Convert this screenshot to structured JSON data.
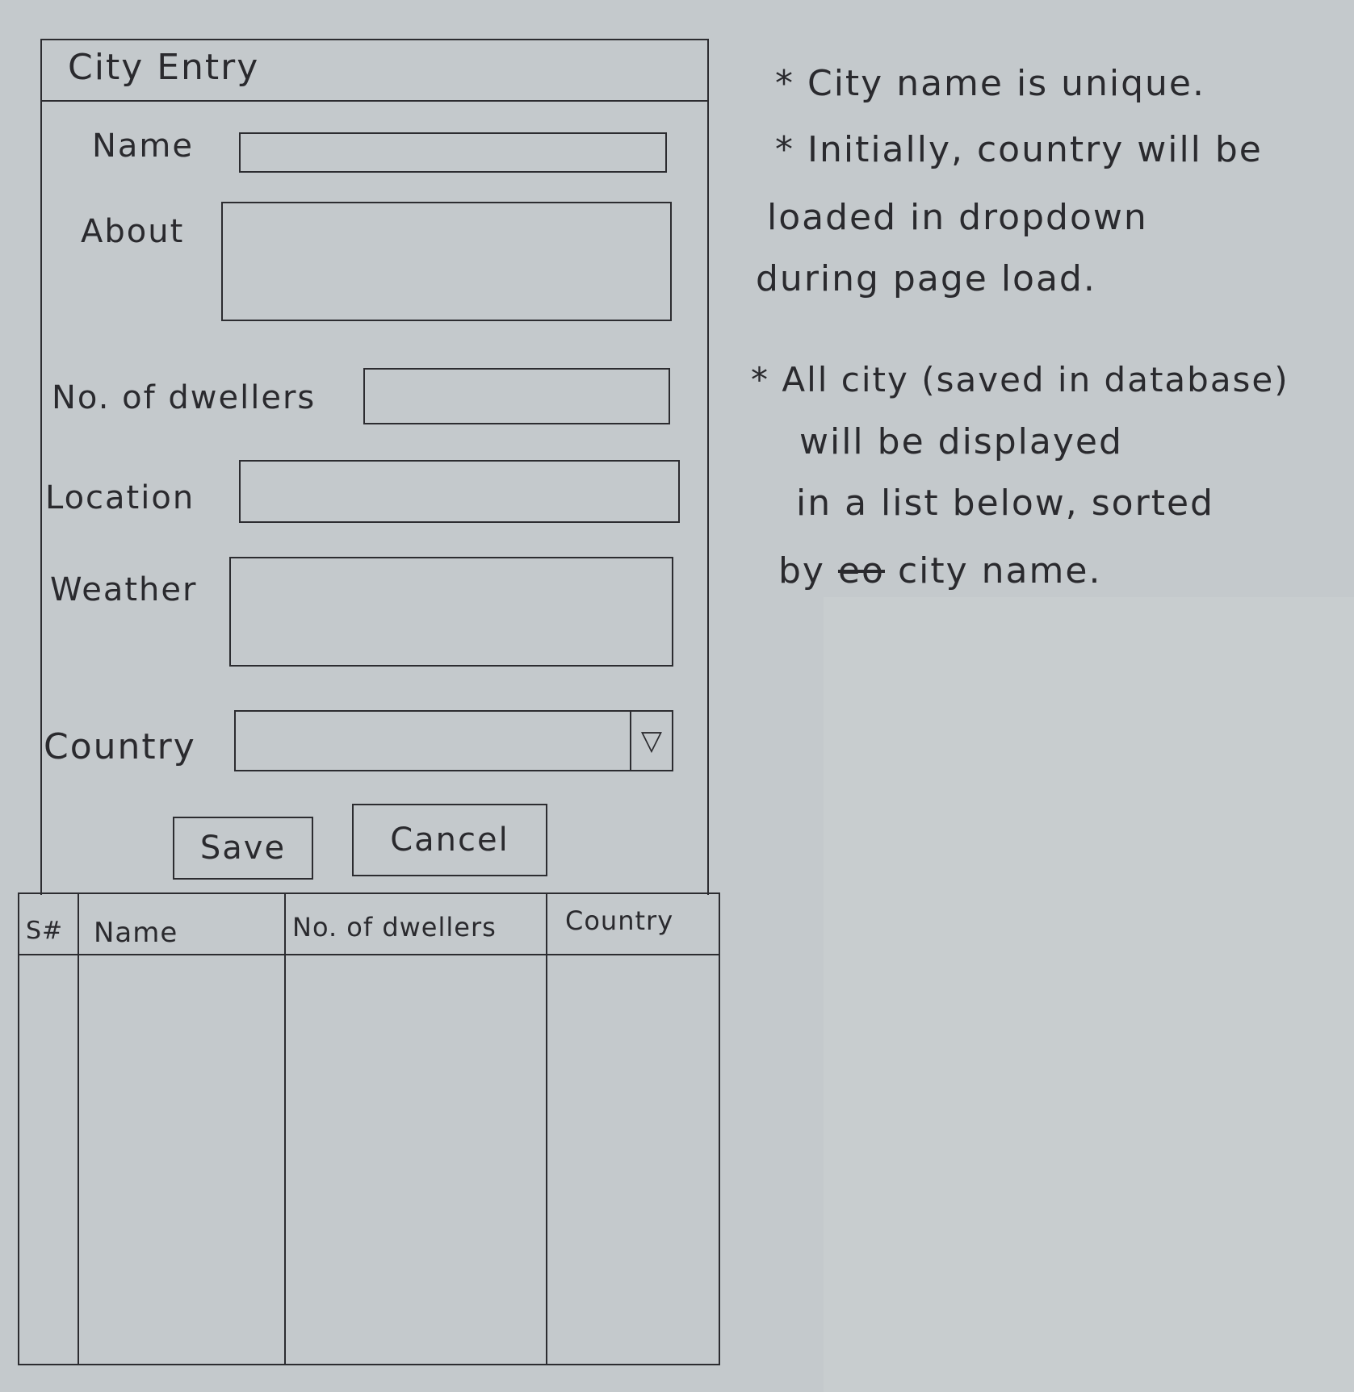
{
  "window": {
    "title": "City Entry"
  },
  "form": {
    "name_label": "Name",
    "about_label": "About",
    "dwellers_label": "No. of dwellers",
    "location_label": "Location",
    "weather_label": "Weather",
    "country_label": "Country",
    "country_arrow": "▽",
    "name_value": "",
    "about_value": "",
    "dwellers_value": "",
    "location_value": "",
    "weather_value": "",
    "country_value": ""
  },
  "buttons": {
    "save": "Save",
    "cancel": "Cancel"
  },
  "table": {
    "columns": [
      "S#",
      "Name",
      "No. of dwellers",
      "Country"
    ],
    "rows": []
  },
  "notes": {
    "line1": "* City name is unique.",
    "line2": "* Initially, country will be",
    "line3": "loaded in dropdown",
    "line4": "during page load.",
    "line5": "* All city (saved in database)",
    "line6": "will be displayed",
    "line7": "in a list below, sorted",
    "line8_prefix": "by",
    "line8_struck": "eo",
    "line8_suffix": "city name."
  }
}
